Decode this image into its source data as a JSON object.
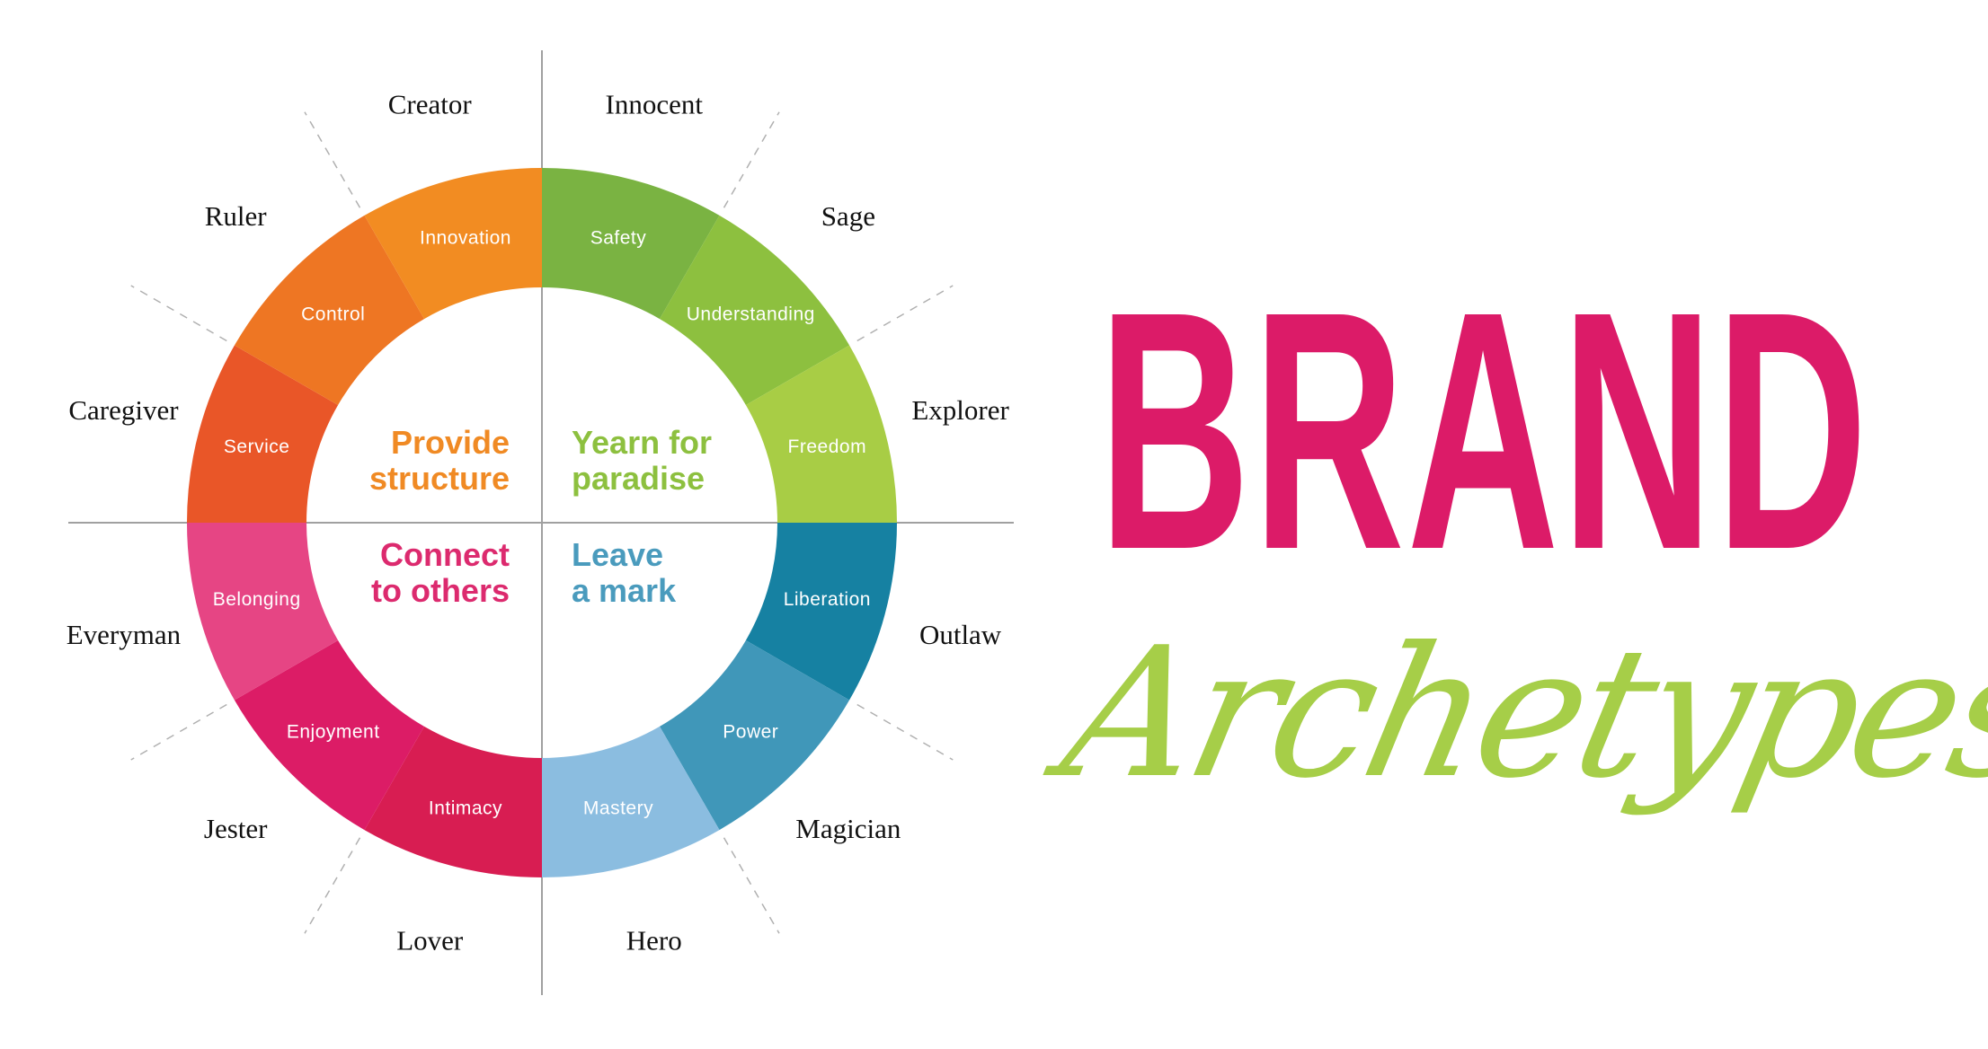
{
  "title": {
    "line1": "BRAND",
    "line2": "Archetypes"
  },
  "colors": {
    "brand": "#DC1B68",
    "script": "#A6CE48",
    "axis": "#A0A0A0"
  },
  "segments": [
    {
      "label": "Safety",
      "archetype": "Innocent",
      "color": "#7AB342"
    },
    {
      "label": "Understanding",
      "archetype": "Sage",
      "color": "#8DC03F"
    },
    {
      "label": "Freedom",
      "archetype": "Explorer",
      "color": "#A8CD45"
    },
    {
      "label": "Liberation",
      "archetype": "Outlaw",
      "color": "#1681A2"
    },
    {
      "label": "Power",
      "archetype": "Magician",
      "color": "#4097B9"
    },
    {
      "label": "Mastery",
      "archetype": "Hero",
      "color": "#8BBDE0"
    },
    {
      "label": "Intimacy",
      "archetype": "Lover",
      "color": "#D81D52"
    },
    {
      "label": "Enjoyment",
      "archetype": "Jester",
      "color": "#DC1C66"
    },
    {
      "label": "Belonging",
      "archetype": "Everyman",
      "color": "#E64584"
    },
    {
      "label": "Service",
      "archetype": "Caregiver",
      "color": "#E95628"
    },
    {
      "label": "Control",
      "archetype": "Ruler",
      "color": "#EE7623"
    },
    {
      "label": "Innovation",
      "archetype": "Creator",
      "color": "#F28C22"
    }
  ],
  "quadrants": [
    {
      "lines": [
        "Provide",
        "structure"
      ],
      "color": "#F08A24"
    },
    {
      "lines": [
        "Yearn for",
        "paradise"
      ],
      "color": "#8DC03F"
    },
    {
      "lines": [
        "Connect",
        "to others"
      ],
      "color": "#DC2A6E"
    },
    {
      "lines": [
        "Leave",
        "a mark"
      ],
      "color": "#4A9BBD"
    }
  ]
}
